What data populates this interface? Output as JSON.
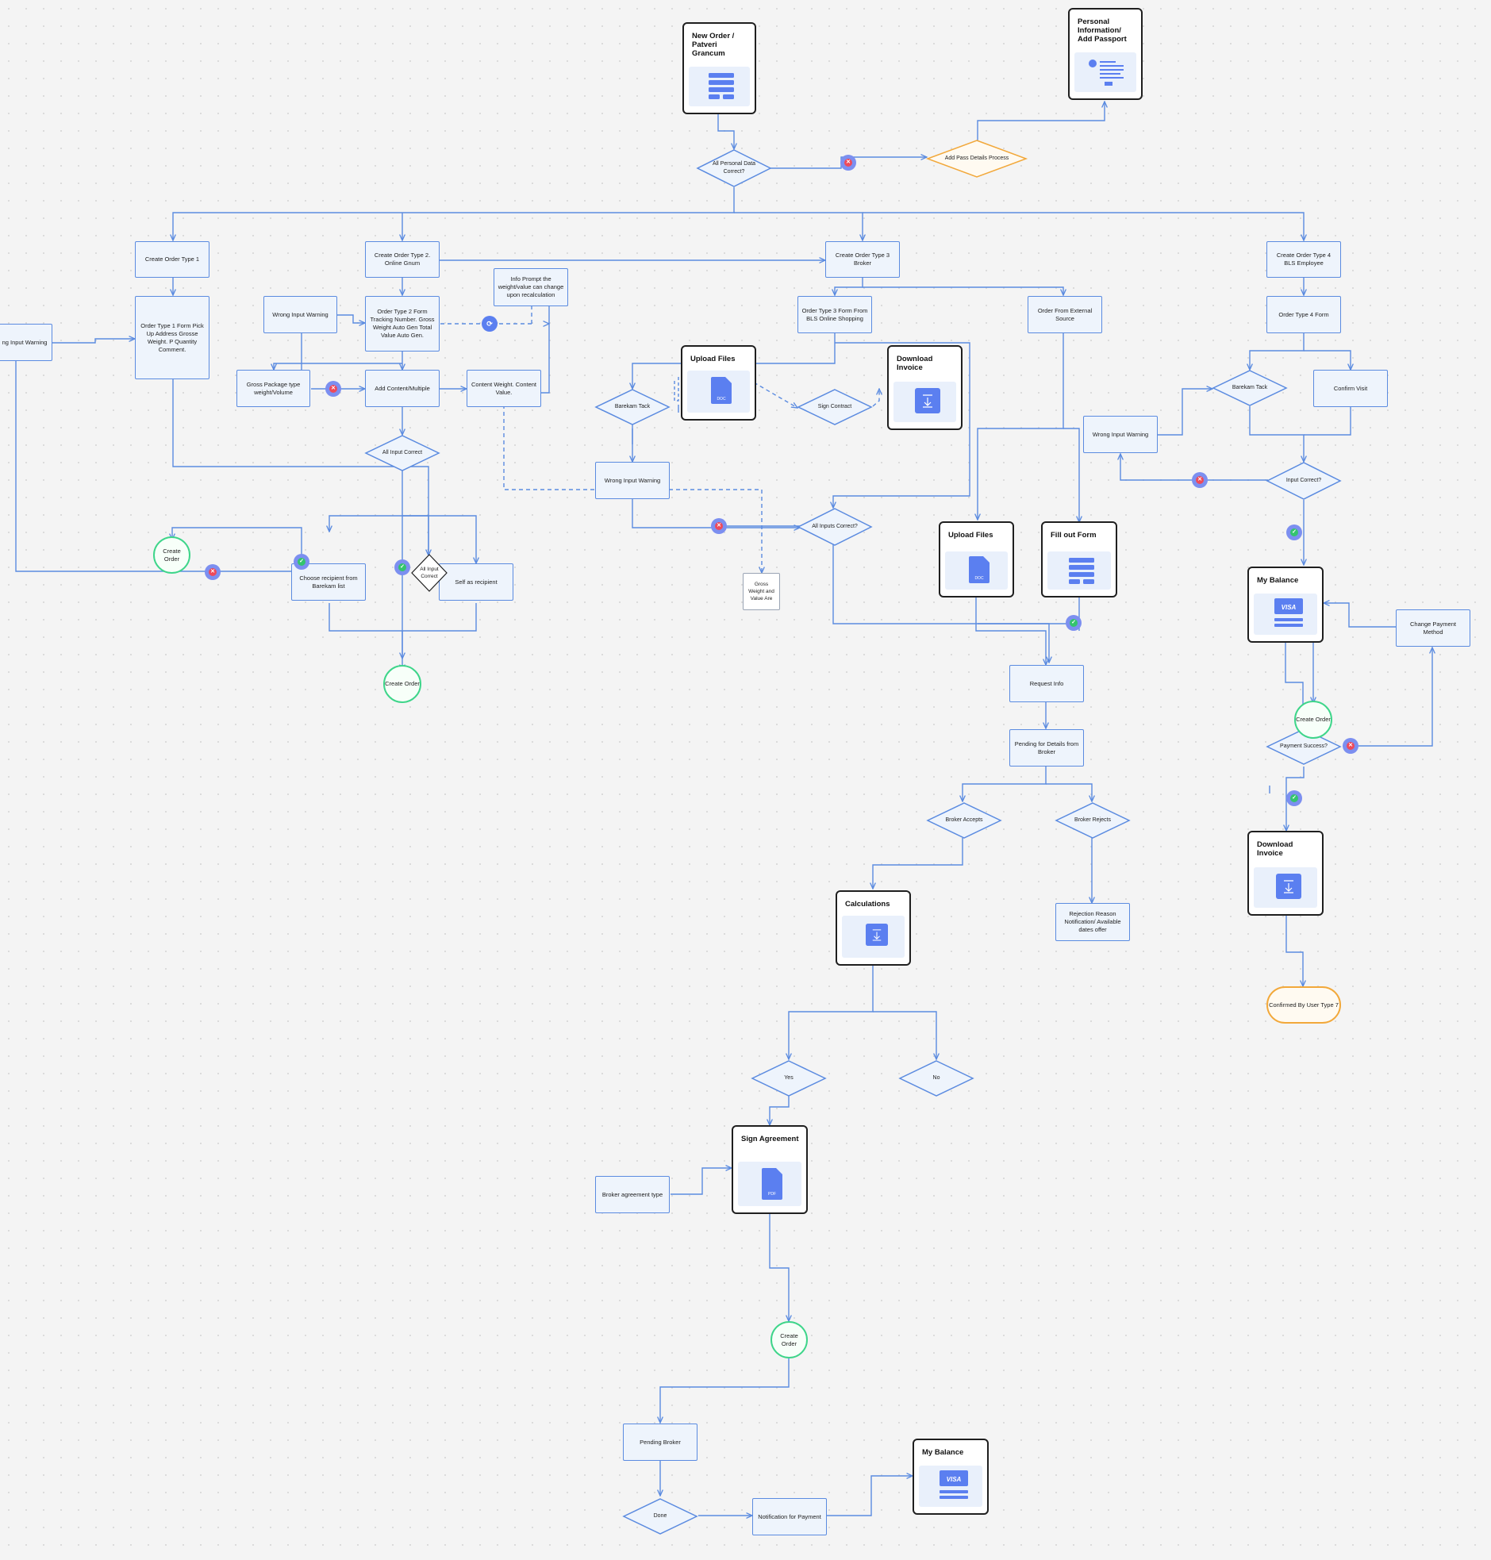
{
  "colors": {
    "wire": "#5b8be0",
    "accent": "#5b7ff0",
    "success": "#3ed58a",
    "warning": "#f2a83a",
    "error": "#ee4a5a"
  },
  "cards": {
    "new_order": "New Order / Patveri Grancum",
    "personal_info": "Personal Information/ Add Passport",
    "upload_files_1": "Upload Files",
    "download_invoice_1": "Download Invoice",
    "upload_files_2": "Upload Files",
    "fill_out_form": "Fill out Form",
    "my_balance_1": "My Balance",
    "download_invoice_2": "Download Invoice",
    "calculations": "Calculations",
    "sign_agreement": "Sign Agreement",
    "my_balance_2": "My Balance"
  },
  "card_icons": {
    "doc": "DOC",
    "pdf": "PDF",
    "visa": "VISA"
  },
  "boxes": {
    "create_type1": "Create Order Type 1",
    "create_type2": "Create Order Type 2. Online Gnum",
    "create_type3": "Create Order Type 3 Broker",
    "create_type4": "Create Order Type 4 BLS Employee",
    "type1_form": "Order Type 1 Form Pick Up Address Grosse Weight. P Quantity Comment.",
    "wrong_input_left": "ng Input Warning",
    "wrong_input_2": "Wrong Input Warning",
    "type2_form": "Order Type 2 Form Tracking Number. Gross Weight Auto Gen Total Value Auto Gen.",
    "info_prompt": "Info Prompt the weight/value can change upon recalculation",
    "gross_package": "Gross Package type weight/Volume",
    "add_content": "Add Content/Multiple",
    "content_weight": "Content Weight. Content Value.",
    "type3_form": "Order Type 3 Form From BLS Online Shopping",
    "order_external": "Order From External Source",
    "type4_form": "Order Type 4 Form",
    "confirm_visit": "Confirm Visit",
    "wrong_input_4": "Wrong Input Warning",
    "wrong_input_3": "Wrong Input Warning",
    "choose_recipient": "Choose recipient from Barekam list",
    "self_recipient": "Self as recipient",
    "gross_note": "Gross Weight and Value Are",
    "change_payment": "Change Payment Method",
    "request_info": "Request Info",
    "pending_details": "Pending for Details from Broker",
    "rejection_reason": "Rejection Reason Notification/ Available dates offer",
    "broker_agreement_type": "Broker agreement type",
    "pending_broker": "Pending Broker",
    "notification_payment": "Notification for Payment"
  },
  "diamonds": {
    "all_personal": "All Personal Data Correct?",
    "add_pass": "Add Pass Details Process",
    "all_input_correct": "All Input Correct",
    "all_input_correct_small": "All Input Correct",
    "barekam_tack_3": "Barekam Tack",
    "sign_contract": "Sign Contract",
    "all_inputs_correct": "All Inputs Correct?",
    "barekam_tack_4": "Barekam Tack",
    "input_correct": "Input Correct?",
    "payment_success": "Payment Success?",
    "broker_accepts": "Broker Accepts",
    "broker_rejects": "Broker Rejects",
    "yes": "Yes",
    "no": "No",
    "done": "Done"
  },
  "circles": {
    "create_order_a": "Create Order",
    "create_order_b": "Create Order",
    "create_order_c": "Create Order",
    "create_order_d": "Create Order",
    "confirmed_user": "Confirmed By User Type 7"
  }
}
